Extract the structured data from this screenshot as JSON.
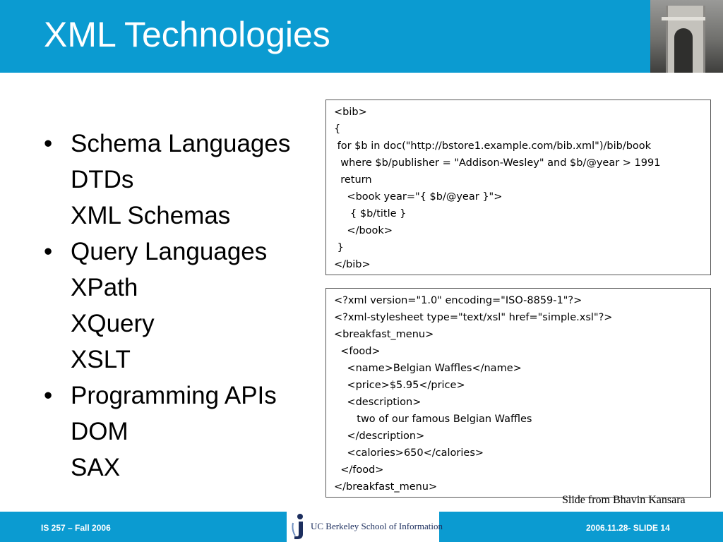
{
  "slide": {
    "title": "XML Technologies",
    "bullets": [
      {
        "label": "Schema Languages",
        "subitems": [
          "DTDs",
          "XML Schemas"
        ]
      },
      {
        "label": "Query Languages",
        "subitems": [
          "XPath",
          "XQuery",
          "XSLT"
        ]
      },
      {
        "label": "Programming APIs",
        "subitems": [
          "DOM",
          "SAX"
        ]
      }
    ],
    "bullet_glyph": "•",
    "code_top": [
      "<bib>",
      "{",
      " for $b in doc(\"http://bstore1.example.com/bib.xml\")/bib/book",
      "  where $b/publisher = \"Addison-Wesley\" and $b/@year > 1991",
      "  return",
      "    <book year=\"{ $b/@year }\">",
      "     { $b/title }",
      "    </book>",
      " }",
      "</bib>"
    ],
    "code_bottom": [
      "<?xml version=\"1.0\" encoding=\"ISO-8859-1\"?>",
      "<?xml-stylesheet type=\"text/xsl\" href=\"simple.xsl\"?>",
      "<breakfast_menu>",
      "  <food>",
      "    <name>Belgian Waffles</name>",
      "    <price>$5.95</price>",
      "    <description>",
      "       two of our famous Belgian Waffles",
      "    </description>",
      "    <calories>650</calories>",
      "  </food>",
      "</breakfast_menu>"
    ],
    "credit": "Slide from Bhavin Kansara"
  },
  "footer": {
    "course": "IS 257 – Fall 2006",
    "logo_text": "UC Berkeley School of Information",
    "slide_info": "2006.11.28- SLIDE 14"
  },
  "colors": {
    "accent_blue": "#0b9bd1",
    "text": "#000000",
    "logo_navy": "#1c2e5e"
  },
  "icons": {
    "header": "building-tower-photo",
    "footer": "berkeley-logo-mark"
  }
}
